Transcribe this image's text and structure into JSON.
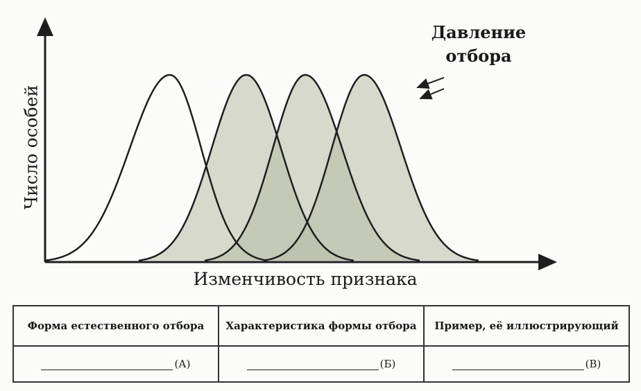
{
  "diagram": {
    "y_axis_label": "Число особей",
    "x_axis_label": "Изменчивость признака",
    "annotation": "Давление отбора",
    "colors": {
      "fill": "#b8bda8",
      "line": "#1e1e1e"
    }
  },
  "table": {
    "headers": [
      "Форма естественного отбора",
      "Характеристика формы отбора",
      "Пример, её иллюстрирующий"
    ],
    "cells": [
      "(А)",
      "(Б)",
      "(В)"
    ]
  }
}
